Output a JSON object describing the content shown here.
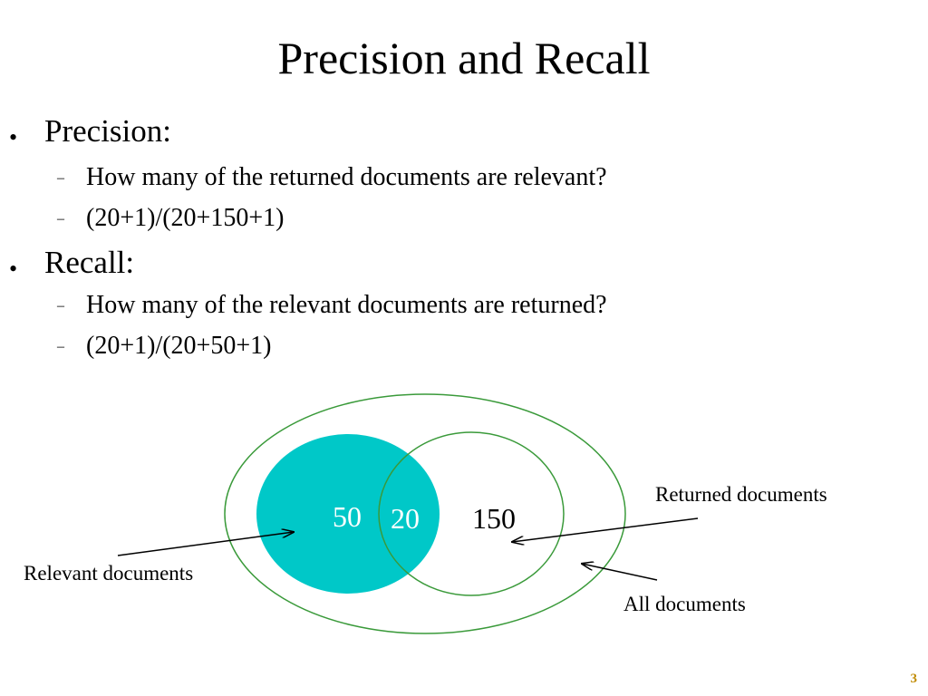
{
  "slide": {
    "title": "Precision and Recall",
    "page_number": "3"
  },
  "bullets": [
    {
      "label": "Precision:",
      "subitems": [
        "How many of the returned documents are relevant?",
        "(20+1)/(20+150+1)"
      ]
    },
    {
      "label": "Recall:",
      "subitems": [
        "How many of the relevant documents are returned?",
        "(20+1)/(20+50+1)"
      ]
    }
  ],
  "bullet_glyph": "•",
  "sub_glyph": "–",
  "diagram": {
    "relevant_only_count": "50",
    "intersection_count": "20",
    "returned_only_count": "150",
    "label_relevant": "Relevant documents",
    "label_returned": "Returned documents",
    "label_all": "All documents",
    "colors": {
      "relevant_fill": "#00c8c8",
      "outline": "#3a9a3a",
      "arrow": "#000000",
      "count_on_fill": "#ffffff",
      "count_default": "#000000"
    }
  }
}
